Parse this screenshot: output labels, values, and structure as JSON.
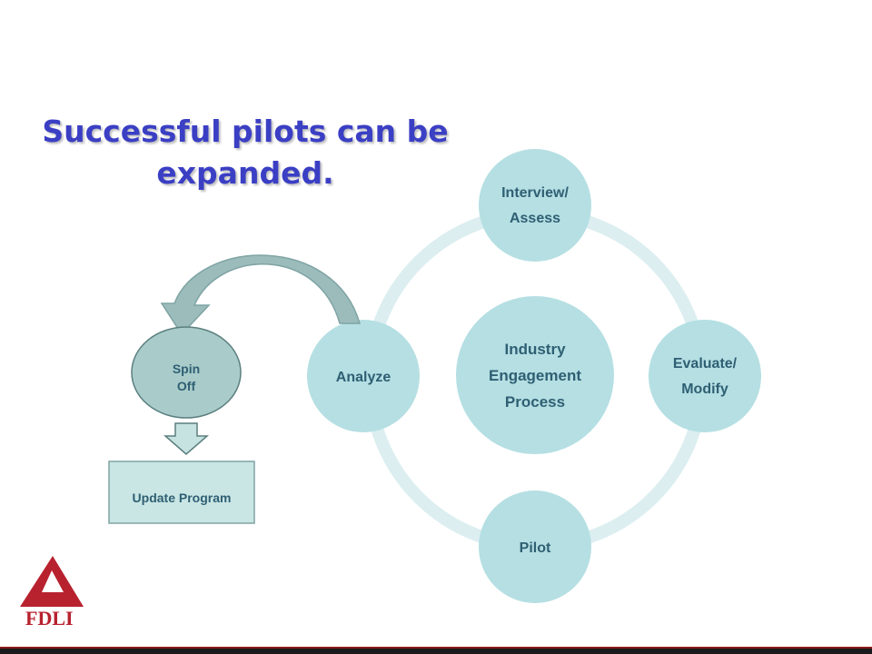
{
  "title": {
    "line1": "Successful pilots can be",
    "line2": "expanded."
  },
  "cycle": {
    "center": [
      "Industry",
      "Engagement",
      "Process"
    ],
    "nodes": {
      "interview": [
        "Interview/",
        "Assess"
      ],
      "evaluate": [
        "Evaluate/",
        "Modify"
      ],
      "pilot": "Pilot",
      "analyze": "Analyze"
    }
  },
  "side": {
    "spin_off": [
      "Spin",
      "Off"
    ],
    "update_program": "Update Program"
  },
  "logo": {
    "text": "FDLI"
  },
  "colors": {
    "title": "#3b3fc4",
    "node_fill": "#b5dfe3",
    "ring": "#dceef0",
    "node_text": "#2f5f73",
    "spin_fill": "#a9ccca",
    "arrow": "#9cbcbc",
    "logo_red": "#b8222f"
  }
}
